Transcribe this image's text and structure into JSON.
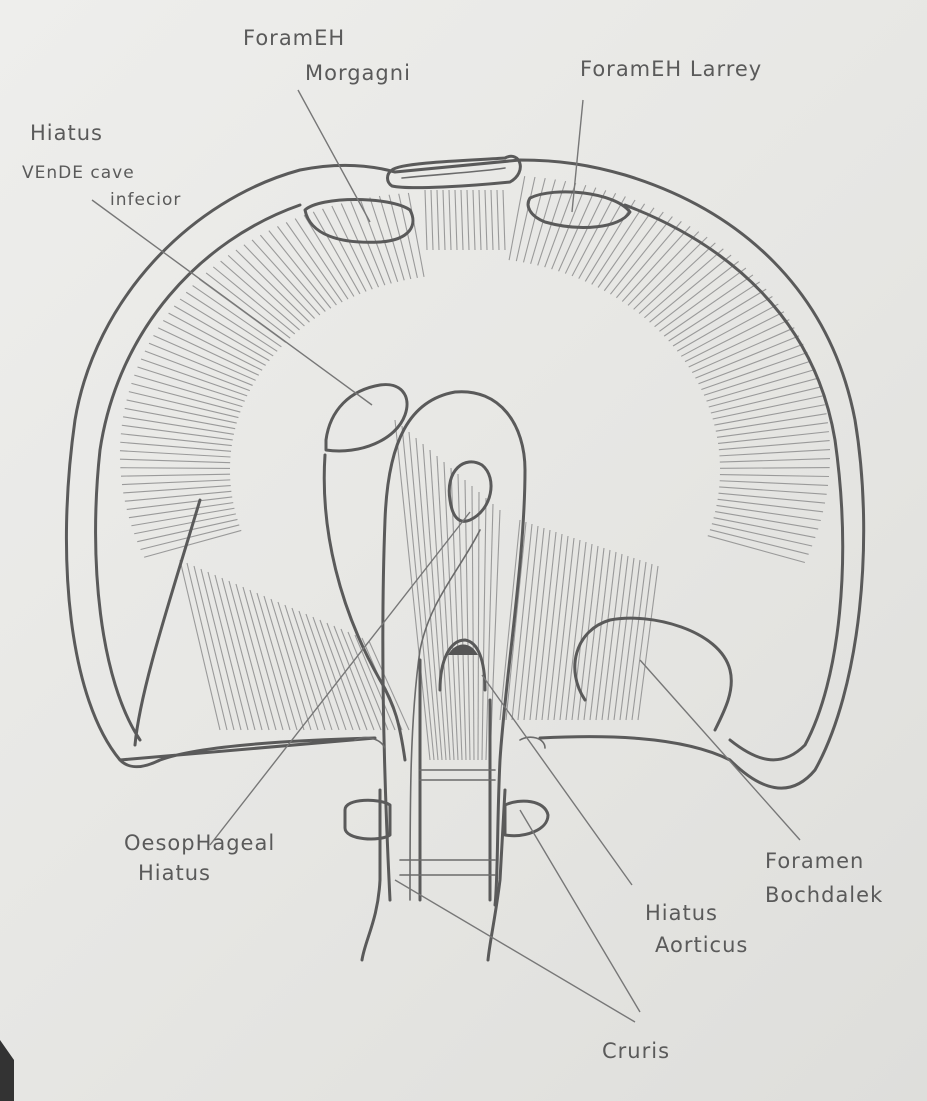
{
  "labels": {
    "morgagni": [
      "ForamEH",
      "Morgagni"
    ],
    "larrey": "ForamEH Larrey",
    "hiatus_vena_cava": [
      "Hiatus",
      "VEnDE cave",
      "infecior"
    ],
    "oesophageal": [
      "OesopHageal",
      "Hiatus"
    ],
    "bochdalek": [
      "Foramen",
      "Bochdalek"
    ],
    "aorticus": [
      "Hiatus",
      "Aorticus"
    ],
    "cruris": "Cruris"
  },
  "colors": {
    "paper": "#ebebe8",
    "pencil": "#5a5a5a",
    "hatch": "#9a9a9a"
  }
}
